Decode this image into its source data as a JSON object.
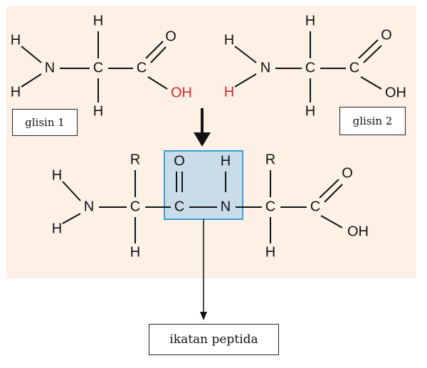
{
  "labels": {
    "glisin1": "glisin 1",
    "glisin2": "glisin 2",
    "peptide_bond": "ikatan peptida"
  },
  "atoms": {
    "H": "H",
    "N": "N",
    "C": "C",
    "O": "O",
    "OH": "OH",
    "R": "R"
  },
  "colors": {
    "background": "#fdf1e6",
    "highlight_fill": "#c9dcea",
    "highlight_border": "#3a9fd3",
    "leaving_group": "#d7282e"
  }
}
